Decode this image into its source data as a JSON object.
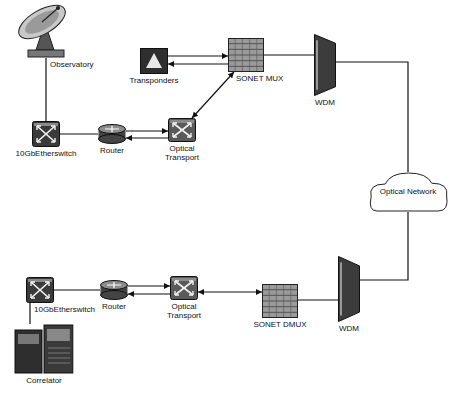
{
  "diagram": {
    "nodes": [
      {
        "text": [
          "Observatory"
        ]
      },
      {
        "text": [
          "10GbEtherswitch"
        ]
      },
      {
        "text": [
          "Router"
        ]
      },
      {
        "text": [
          "Optical Transport"
        ]
      },
      {
        "text": [
          "Transponders"
        ]
      },
      {
        "text": [
          "SONET MUX"
        ]
      },
      {
        "text": [
          "WDM"
        ]
      },
      {
        "text": [
          "Optical Network"
        ]
      },
      {
        "text": [
          "WDM"
        ]
      },
      {
        "text": [
          "SONET DMUX"
        ]
      },
      {
        "text": [
          "Optical Transport"
        ]
      },
      {
        "text": [
          "Router"
        ]
      },
      {
        "text": [
          "10GbEtherswitch"
        ]
      },
      {
        "text": [
          "Correlator"
        ]
      }
    ],
    "edges": [
      {
        "from": 0,
        "to": 1,
        "arrow": "none"
      },
      {
        "from": 1,
        "to": 2,
        "arrow": "none"
      },
      {
        "from": 2,
        "to": 3,
        "arrow": "to"
      },
      {
        "from": 3,
        "to": 2,
        "arrow": "to"
      },
      {
        "from": 4,
        "to": 5,
        "arrow": "to"
      },
      {
        "from": 5,
        "to": 4,
        "arrow": "to"
      },
      {
        "from": 3,
        "to": 5,
        "arrow": "both"
      },
      {
        "from": 5,
        "to": 6,
        "arrow": "none"
      },
      {
        "from": 6,
        "to": 7,
        "arrow": "none"
      },
      {
        "from": 7,
        "to": 8,
        "arrow": "none"
      },
      {
        "from": 8,
        "to": 9,
        "arrow": "none"
      },
      {
        "from": 10,
        "to": 9,
        "arrow": "both"
      },
      {
        "from": 11,
        "to": 10,
        "arrow": "to"
      },
      {
        "from": 10,
        "to": 11,
        "arrow": "to"
      },
      {
        "from": 12,
        "to": 11,
        "arrow": "none"
      },
      {
        "from": 12,
        "to": 13,
        "arrow": "none"
      }
    ]
  }
}
